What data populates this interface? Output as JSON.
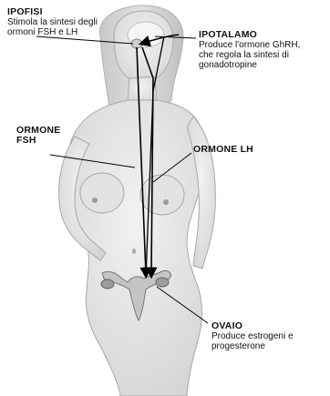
{
  "labels": {
    "ipofisi": {
      "title": "IPOFISI",
      "desc": "Stimola la sintesi degli\normoni FSH e LH"
    },
    "ipotalamo": {
      "title": "IPOTALAMO",
      "desc": "Produce l'ormone GhRH,\nche regola la sintesi di\ngonadotropine"
    },
    "ormone_fsh": {
      "title": "ORMONE\nFSH"
    },
    "ormone_lh": {
      "title": "ORMONE LH"
    },
    "ovaio": {
      "title": "OVAIO",
      "desc": "Produce estrogeni e\nprogesterone"
    }
  },
  "colors": {
    "skin": "#e9e9e9",
    "skin_shadow": "#c9c9c9",
    "outline": "#9a9a9a",
    "arrow": "#000000",
    "uterus": "#b8b8b8"
  }
}
